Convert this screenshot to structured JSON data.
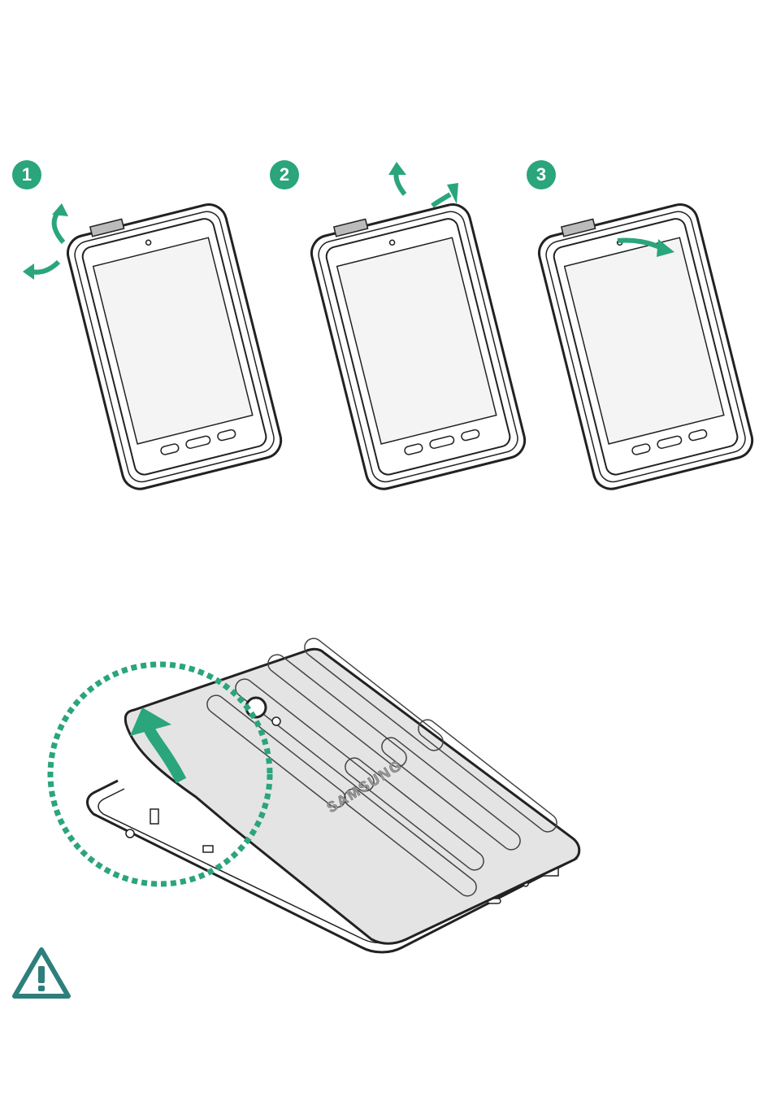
{
  "steps": [
    {
      "number": "1"
    },
    {
      "number": "2"
    },
    {
      "number": "3"
    }
  ],
  "back_cover": {
    "brand_text": "SAMSUNG"
  },
  "colors": {
    "accent": "#2aa57c",
    "warning": "#2d7f7c",
    "line": "#222222",
    "cover_fill": "#e4e4e4"
  },
  "icons": {
    "step_arrows": "curved-arrow-icon",
    "warning": "caution-triangle-icon"
  }
}
